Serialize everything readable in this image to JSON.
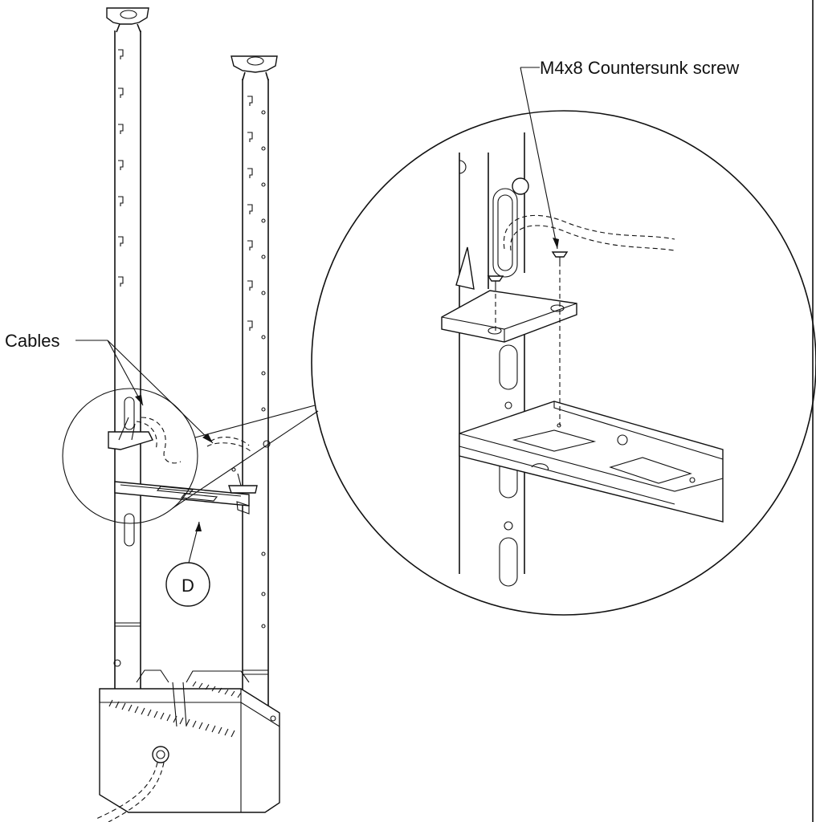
{
  "callouts": {
    "screw": "M4x8 Countersunk screw",
    "cables": "Cables",
    "detail": "D"
  }
}
